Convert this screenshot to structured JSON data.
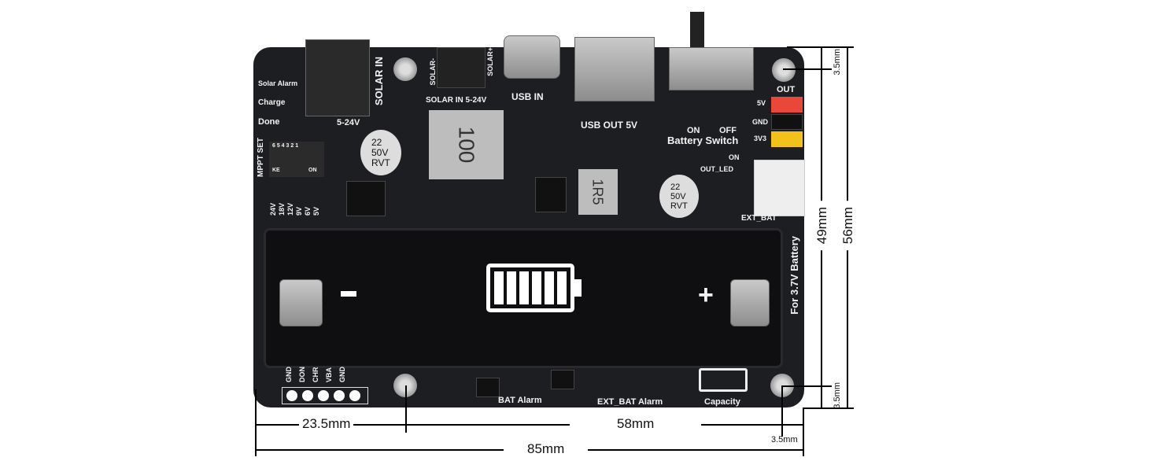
{
  "board": {
    "silkscreen": {
      "solar_alarm": "Solar  Alarm",
      "charge": "Charge",
      "done": "Done",
      "solar_in": "SOLAR IN",
      "dc_range": "5-24V",
      "solar_minus": "SOLAR-",
      "solar_plus": "SOLAR+",
      "solar_in_range": "SOLAR IN 5-24V",
      "usb_in": "USB IN",
      "usb_out": "USB OUT 5V",
      "switch_on": "ON",
      "switch_off": "OFF",
      "battery_switch": "Battery Switch",
      "out": "OUT",
      "pin_5v": "5V",
      "pin_gnd": "GND",
      "pin_3v3": "3V3",
      "out_led_on": "ON",
      "out_led": "OUT_LED",
      "ext_bat": "EXT_BAT",
      "mppt_set": "MPPT SET",
      "dip_numbers": "6 5 4 3 2 1",
      "dip_ke": "KE",
      "dip_on": "ON",
      "mppt_voltages": [
        "24V",
        "18V",
        "12V",
        "9V",
        "6V",
        "5V"
      ],
      "cap_1": [
        "22",
        "50V",
        "RVT"
      ],
      "cap_2": [
        "22",
        "50V",
        "RVT"
      ],
      "inductor_1": "100",
      "inductor_2": "1R5",
      "battery_label": "For 3.7V Battery",
      "minus": "-",
      "plus": "+",
      "header_pins": [
        "GND",
        "DON",
        "CHR",
        "VBA",
        "GND"
      ],
      "bat_alarm": "BAT Alarm",
      "ext_bat_alarm": "EXT_BAT Alarm",
      "capacity": "Capacity"
    }
  },
  "dimensions": {
    "left_to_hole": "23.5mm",
    "hole_to_hole_x": "58mm",
    "hole_to_edge_x": "3.5mm",
    "width": "85mm",
    "hole_to_top": "3.5mm",
    "hole_to_hole_y": "49mm",
    "height": "56mm",
    "hole_to_bottom": "3.5mm"
  },
  "colors": {
    "board": "#1d1e22",
    "pin_5v": "#e8473a",
    "pin_gnd": "#111111",
    "pin_3v3": "#f2c21b"
  }
}
